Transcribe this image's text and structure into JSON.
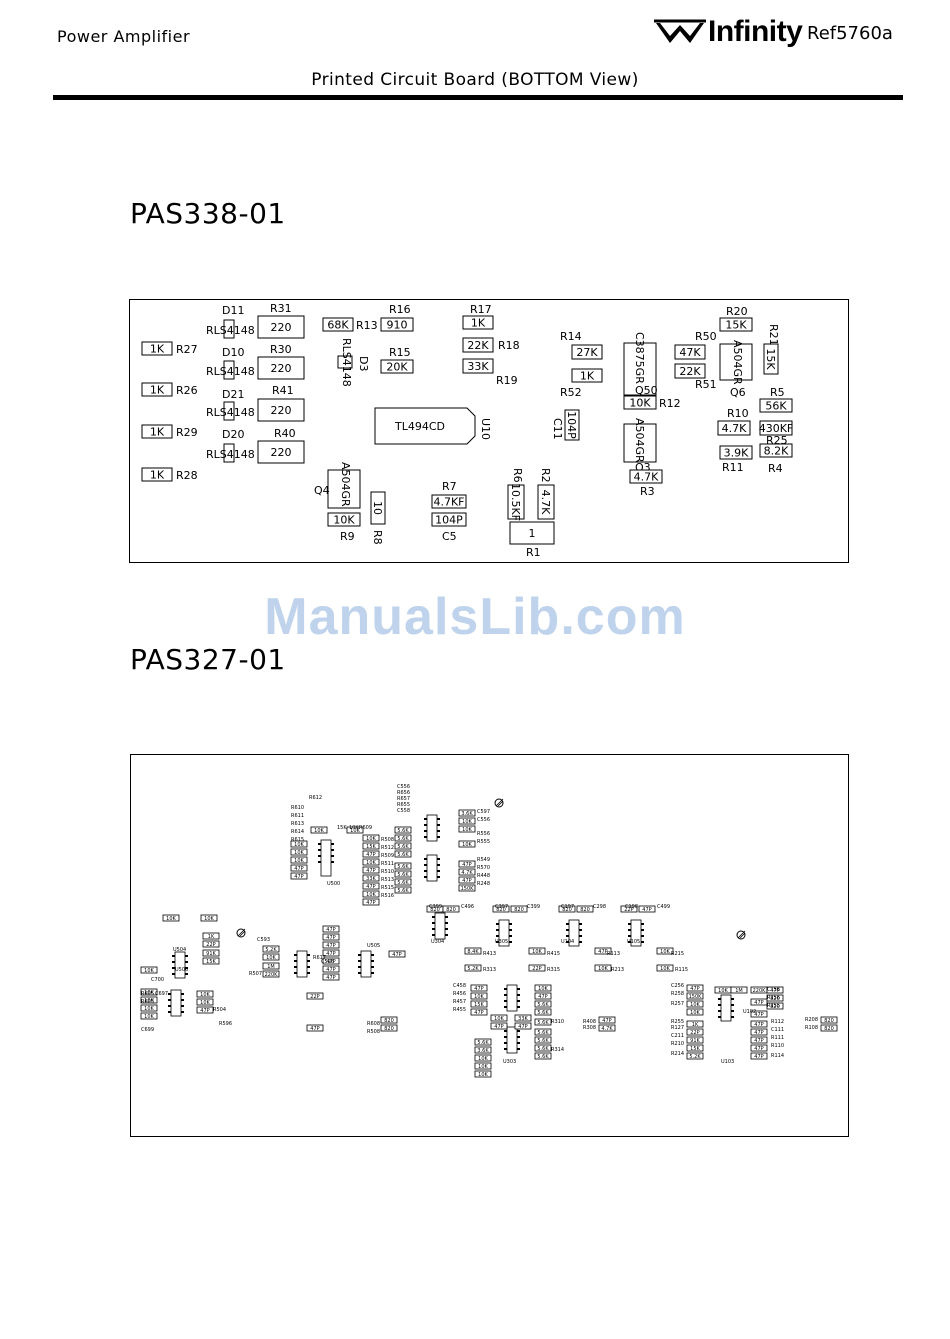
{
  "header": {
    "section": "Power  Amplifier",
    "brand": "Infinity",
    "model": "Ref5760a",
    "subtitle": "Printed Circuit Board (BOTTOM  View)"
  },
  "watermark": "ManualsLib.com",
  "boards": [
    {
      "title": "PAS338-01",
      "values": {
        "r31": "220",
        "r30": "220",
        "r41": "220",
        "r40": "220",
        "r16": "910",
        "r13": "68K",
        "r15": "20K",
        "r17": "1K",
        "r18": "22K",
        "r19": "33K",
        "r14": "27K",
        "r52": "1K",
        "r20": "15K",
        "r21": "15K",
        "r50": "47K",
        "r51": "22K",
        "r12": "10K",
        "r5": "56K",
        "r10": "4.7K",
        "r25": "430KF",
        "r11": "3.9K",
        "r4": "8.2K",
        "r3": "4.7K",
        "r27": "1K",
        "r26": "1K",
        "r29": "1K",
        "r28": "1K",
        "r7": "4.7KF",
        "c5": "104P",
        "r9": "10K",
        "r8": "10",
        "r6": "10.5KF",
        "r2": "4.7K",
        "r1": "1",
        "c11": "104P"
      },
      "designators": {
        "r31": "R31",
        "r30": "R30",
        "r41": "R41",
        "r40": "R40",
        "r16": "R16",
        "r13": "R13",
        "r15": "R15",
        "r17": "R17",
        "r18": "R18",
        "r19": "R19",
        "r14": "R14",
        "r52": "R52",
        "r20": "R20",
        "r21": "R21",
        "r50": "R50",
        "r51": "R51",
        "r12": "R12",
        "r5": "R5",
        "r10": "R10",
        "r25": "R25",
        "r11": "R11",
        "r4": "R4",
        "r3": "R3",
        "r27": "R27",
        "r26": "R26",
        "r29": "R29",
        "r28": "R28",
        "r7": "R7",
        "c5": "C5",
        "r9": "R9",
        "r8": "R8",
        "r6": "R6",
        "r2": "R2",
        "r1": "R1",
        "c11": "C11",
        "d11": "D11",
        "d10": "D10",
        "d21": "D21",
        "d20": "D20",
        "d3": "D3",
        "q4": "Q4",
        "q50": "Q50",
        "q6": "Q6",
        "q3": "Q3",
        "u10": "U10"
      },
      "parts": {
        "diode": "RLS4148",
        "ic": "TL494CD",
        "q4": "A504GR",
        "q50": "C3875GR",
        "q6": "A504GR",
        "q3": "A504GR"
      }
    },
    {
      "title": "PAS327-01",
      "fine_labels": [
        "R612",
        "R610",
        "R611",
        "R613",
        "R614",
        "R615",
        "15K",
        "10K",
        "R609",
        "C556",
        "R656",
        "R657",
        "R655",
        "C558",
        "R508",
        "R512",
        "R509",
        "R511",
        "R510",
        "R513",
        "R515",
        "R516",
        "U500",
        "C597",
        "C556",
        "R556",
        "R555",
        "R549",
        "R570",
        "R448",
        "R248",
        "C399",
        "C496",
        "C397",
        "C399",
        "C197",
        "C298",
        "C198",
        "C499",
        "U304",
        "U305",
        "U104",
        "U105",
        "R413",
        "R415",
        "R313",
        "R315",
        "R213",
        "R113",
        "R215",
        "R115",
        "U504",
        "U506",
        "C593",
        "R507",
        "R617",
        "C598",
        "U505",
        "R608",
        "R508",
        "C458",
        "R456",
        "R457",
        "R455",
        "U303",
        "R310",
        "R314",
        "R408",
        "R308",
        "C256",
        "R258",
        "R257",
        "R255",
        "R127",
        "C211",
        "R210",
        "R214",
        "U103",
        "R112",
        "C111",
        "R111",
        "R110",
        "R114",
        "U102",
        "C156",
        "R156",
        "R155",
        "R208",
        "R108",
        "C699",
        "C700",
        "C697",
        "R605",
        "R603",
        "R504",
        "R596",
        "R597"
      ],
      "chip_values": [
        "10K",
        "10K",
        "10K",
        "10K",
        "10K",
        "47P",
        "47P",
        "10K",
        "15K",
        "47P",
        "10K",
        "47P",
        "33K",
        "47P",
        "10K",
        "47P",
        "5.6K",
        "5.6K",
        "5.6K",
        "5.6K",
        "5.6K",
        "5.6K",
        "5.6K",
        "5.6K",
        "3.6K",
        "10K",
        "10K",
        "10K",
        "47P",
        "4.7K",
        "47P",
        "150K",
        "10K",
        "10K",
        "1K",
        "22P",
        "91K",
        "15K",
        "5.2K",
        "10K",
        "1M",
        "220K",
        "47P",
        "47P",
        "47P",
        "47P",
        "47P",
        "47P",
        "47P",
        "47P",
        "820",
        "820",
        "820",
        "820",
        "820",
        "820",
        "22P",
        "47P",
        "8.4K",
        "5.2K",
        "10K",
        "22P",
        "47P",
        "10K",
        "10K",
        "10K",
        "10K",
        "10K"
      ]
    }
  ]
}
